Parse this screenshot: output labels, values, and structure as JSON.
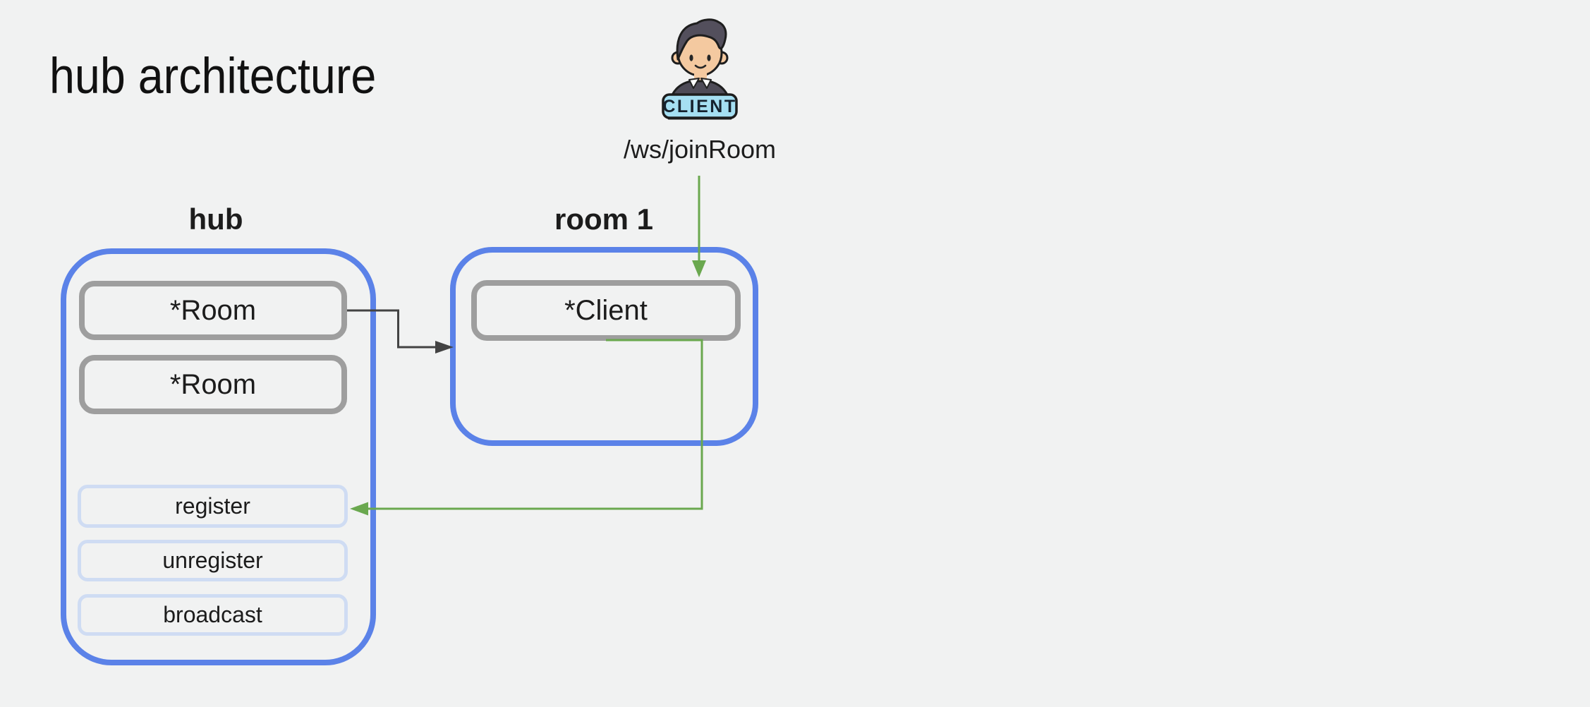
{
  "title": "hub architecture",
  "client": {
    "badge": "CLIENT",
    "endpoint": "/ws/joinRoom"
  },
  "hub": {
    "label": "hub",
    "rooms": [
      "*Room",
      "*Room"
    ],
    "channels": [
      "register",
      "unregister",
      "broadcast"
    ]
  },
  "room1": {
    "label": "room 1",
    "clients": [
      "*Client"
    ]
  },
  "colors": {
    "background": "#f1f2f2",
    "text": "#1c1c1c",
    "container_blue": "#5b82e8",
    "box_gray": "#9e9e9e",
    "method_blue": "#cfdcf3",
    "arrow_green": "#6aa84f",
    "arrow_dark": "#434343",
    "badge_blue": "#a5dff2",
    "badge_text": "#16222e",
    "hair": "#534f5c",
    "jacket": "#4e4b57",
    "skin": "#f4c9a0"
  }
}
